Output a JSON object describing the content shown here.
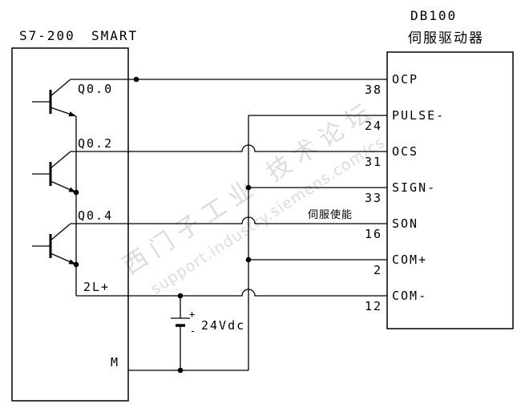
{
  "diagram": {
    "plc": {
      "title_part1": "S7-200",
      "title_part2": "SMART",
      "terminals": [
        "Q0.0",
        "Q0.2",
        "Q0.4",
        "2L+",
        "M"
      ]
    },
    "drive": {
      "title": "DB100",
      "subtitle": "伺服驱动器",
      "pins": [
        {
          "name": "OCP",
          "number": "38"
        },
        {
          "name": "PULSE-",
          "number": "24"
        },
        {
          "name": "OCS",
          "number": "31"
        },
        {
          "name": "SIGN-",
          "number": "33"
        },
        {
          "name": "SON",
          "number": "16"
        },
        {
          "name": "COM+",
          "number": "2"
        },
        {
          "name": "COM-",
          "number": "12"
        }
      ]
    },
    "power_supply": {
      "label": "24Vdc",
      "plus": "+",
      "minus": "-"
    },
    "annotations": {
      "servo_enable": "伺服使能"
    },
    "watermark": {
      "line1": "西门子工业  技术论坛",
      "line2": "support.industry.siemens.com/cs"
    },
    "colors": {
      "line": "#000000",
      "watermark": "#c5c5c5",
      "background": "#ffffff"
    }
  }
}
